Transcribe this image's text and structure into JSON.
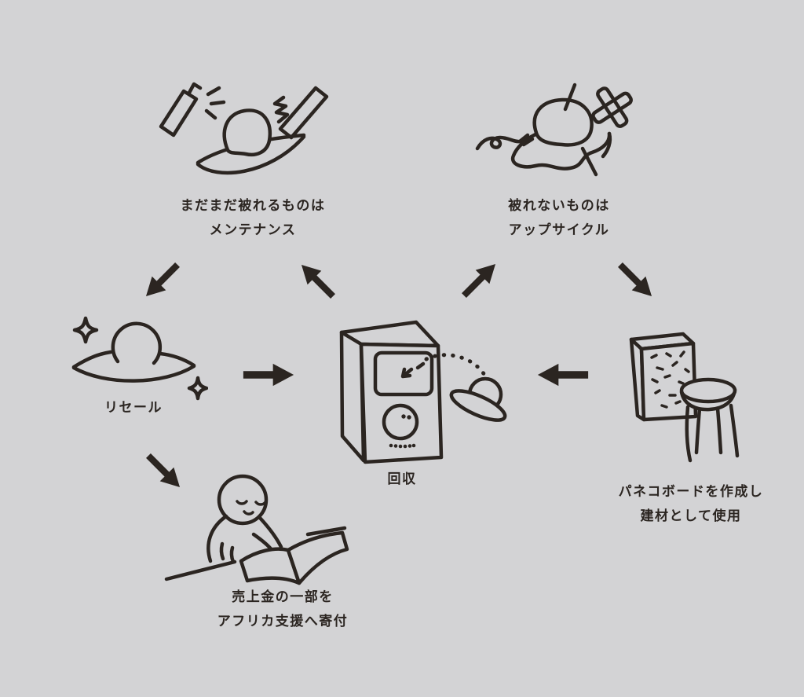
{
  "diagram": {
    "background_color": "#d3d3d5",
    "ink_color": "#2b2521",
    "nodes": {
      "maintenance": {
        "line1": "まだまだ被れるものは",
        "line2": "メンテナンス",
        "illustration": "hat-with-spray-bottle-and-brush"
      },
      "upcycle": {
        "line1": "被れないものは",
        "line2": "アップサイクル",
        "illustration": "unraveling-hat-with-thread-and-patch"
      },
      "resale": {
        "line1": "リセール",
        "illustration": "sparkling-hat"
      },
      "collection": {
        "line1": "回収",
        "illustration": "collection-box-with-hat-tossed-in"
      },
      "board": {
        "line1": "パネコボードを作成し",
        "line2": "建材として使用",
        "illustration": "paneco-board-and-stool"
      },
      "donation": {
        "line1": "売上金の一部を",
        "line2": "アフリカ支援へ寄付",
        "illustration": "person-reading-book"
      }
    },
    "arrows": [
      {
        "from": "maintenance",
        "to": "resale",
        "direction": "down-left"
      },
      {
        "from": "collection",
        "to": "maintenance",
        "direction": "up-left"
      },
      {
        "from": "collection",
        "to": "upcycle",
        "direction": "up-right"
      },
      {
        "from": "upcycle",
        "to": "board",
        "direction": "down-right"
      },
      {
        "from": "resale",
        "to": "collection",
        "direction": "right"
      },
      {
        "from": "board",
        "to": "collection",
        "direction": "left"
      },
      {
        "from": "resale",
        "to": "donation",
        "direction": "down-right"
      }
    ]
  }
}
